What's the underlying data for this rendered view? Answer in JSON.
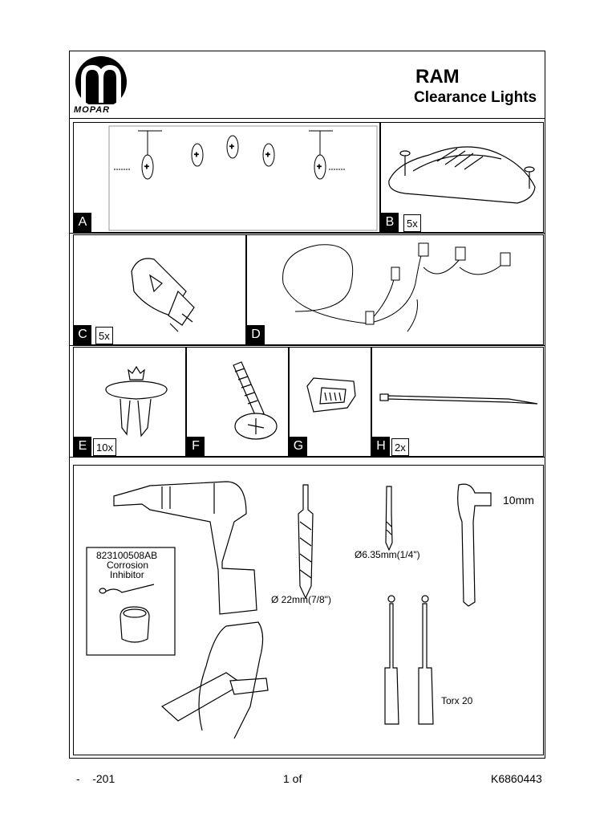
{
  "header": {
    "brand": "MOPAR",
    "title": "RAM",
    "subtitle": "Clearance Lights"
  },
  "parts": [
    {
      "id": "A",
      "qty": ""
    },
    {
      "id": "B",
      "qty": "5x"
    },
    {
      "id": "C",
      "qty": "5x"
    },
    {
      "id": "D",
      "qty": ""
    },
    {
      "id": "E",
      "qty": "10x"
    },
    {
      "id": "F",
      "qty": ""
    },
    {
      "id": "G",
      "qty": ""
    },
    {
      "id": "H",
      "qty": "2x"
    }
  ],
  "tools": {
    "inhibitor_part": "823100508AB",
    "inhibitor_name_1": "Corrosion",
    "inhibitor_name_2": "Inhibitor",
    "drill_bit_large": "Ø 22mm(7/8\")",
    "drill_bit_small": "Ø6.35mm(1/4\")",
    "ratchet_size": "10mm",
    "screwdriver": "Torx 20"
  },
  "footer": {
    "left": "-    -201",
    "center": "1 of",
    "right": "K6860443"
  }
}
